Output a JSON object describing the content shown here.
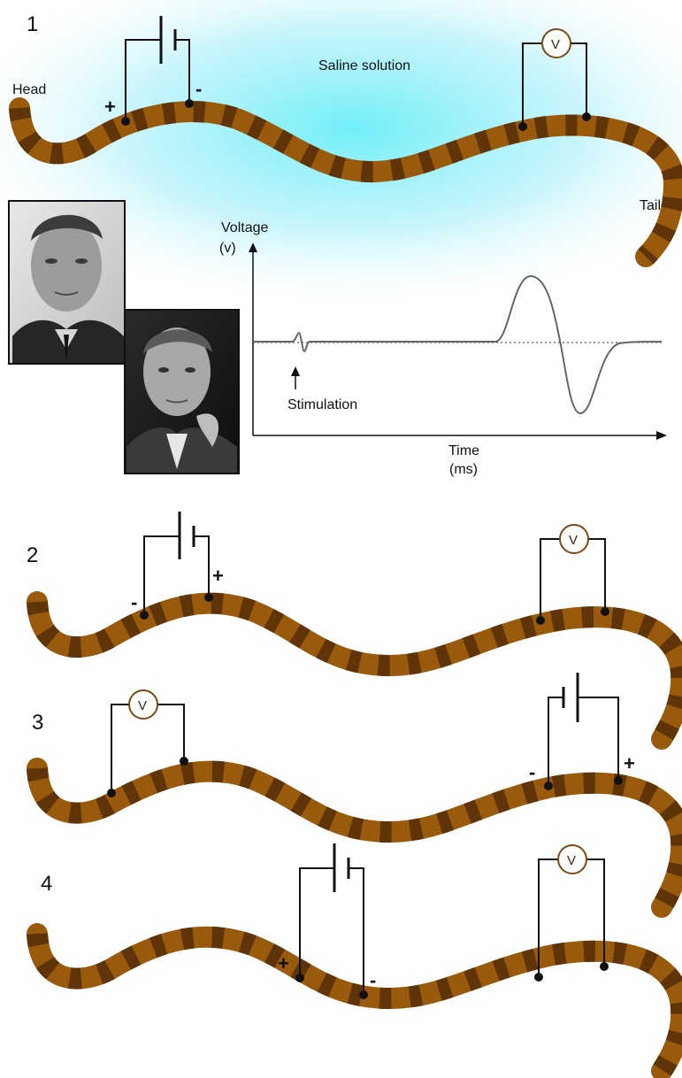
{
  "panels": [
    {
      "number": "1"
    },
    {
      "number": "2"
    },
    {
      "number": "3"
    },
    {
      "number": "4"
    }
  ],
  "labels": {
    "head": "Head",
    "tail": "Tail",
    "saline": "Saline solution",
    "voltmeter": "V"
  },
  "chart": {
    "y_label_line1": "Voltage",
    "y_label_line2": "(v)",
    "x_label_line1": "Time",
    "x_label_line2": "(ms)",
    "annotation": "Stimulation"
  },
  "polarity": {
    "p1_left": "+",
    "p1_right": "-",
    "p2_left": "-",
    "p2_right": "+",
    "p3_left": "-",
    "p3_right": "+",
    "p4_left": "+",
    "p4_right": "-"
  },
  "colors": {
    "axon_light": "#9a5a0c",
    "axon_dark": "#5e3408",
    "saline": "#7ee8f2",
    "trace": "#666666"
  }
}
